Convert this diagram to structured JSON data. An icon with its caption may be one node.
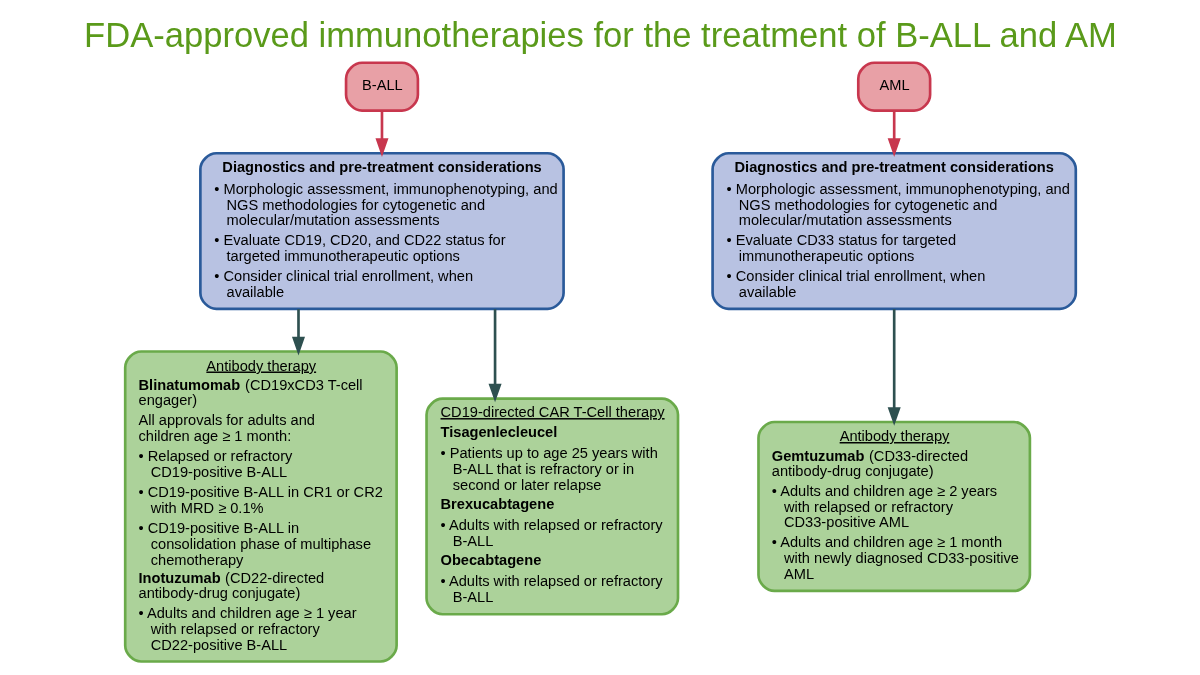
{
  "diagram": {
    "title": "FDA-approved immunotherapies for the treatment of B-ALL and AM",
    "nodes": [
      {
        "text": [
          "B-ALL"
        ]
      },
      {
        "text": [
          "AML"
        ]
      },
      {
        "text": [
          "Diagnostics and pre-treatment considerations",
          "• Morphologic assessment, immunophenotyping, and NGS methodologies for cytogenetic and molecular/mutation assessments",
          "• Evaluate CD19, CD20, and CD22 status for targeted immunotherapeutic options",
          "• Consider clinical trial enrollment, when available"
        ]
      },
      {
        "text": [
          "Diagnostics and pre-treatment considerations",
          "• Morphologic assessment, immunophenotyping, and NGS methodologies for cytogenetic and molecular/mutation assessments",
          "• Evaluate CD33 status for targeted immunotherapeutic options",
          "• Consider clinical trial enrollment, when available"
        ]
      },
      {
        "text": [
          "Antibody therapy",
          "**Blinatumomab** (CD19xCD3 T-cell engager)",
          "All approvals for adults and children age ≥ 1 month:",
          "• Relapsed or refractory CD19-positive B-ALL",
          "• CD19-positive B-ALL in CR1 or CR2 with MRD ≥ 0.1%",
          "• CD19-positive B-ALL in consolidation phase of multiphase chemotherapy",
          "**Inotuzumab** (CD22-directed antibody-drug conjugate)",
          "• Adults and children age ≥ 1 year with relapsed or refractory CD22-positive B-ALL"
        ]
      },
      {
        "text": [
          "CD19-directed CAR T-Cell therapy",
          "**Tisagenlecleucel**",
          "• Patients up to age 25 years with B-ALL that is refractory or in second or later relapse",
          "**Brexucabtagene**",
          "• Adults with relapsed or refractory B-ALL",
          "**Obecabtagene**",
          "• Adults with relapsed or refractory B-ALL"
        ]
      },
      {
        "text": [
          "Antibody therapy",
          "**Gemtuzumab** (CD33-directed antibody-drug conjugate)",
          "• Adults and children age ≥ 2 years with relapsed or refractory CD33-positive AML",
          "• Adults and children age ≥ 1 month with newly diagnosed CD33-positive AML"
        ]
      }
    ],
    "edges": [
      {
        "from": 0,
        "to": 2,
        "arrow": "to",
        "color": "#c8374e"
      },
      {
        "from": 1,
        "to": 3,
        "arrow": "to",
        "color": "#c8374e"
      },
      {
        "from": 2,
        "to": 4,
        "arrow": "to"
      },
      {
        "from": 2,
        "to": 5,
        "arrow": "to"
      },
      {
        "from": 3,
        "to": 6,
        "arrow": "to"
      }
    ]
  }
}
